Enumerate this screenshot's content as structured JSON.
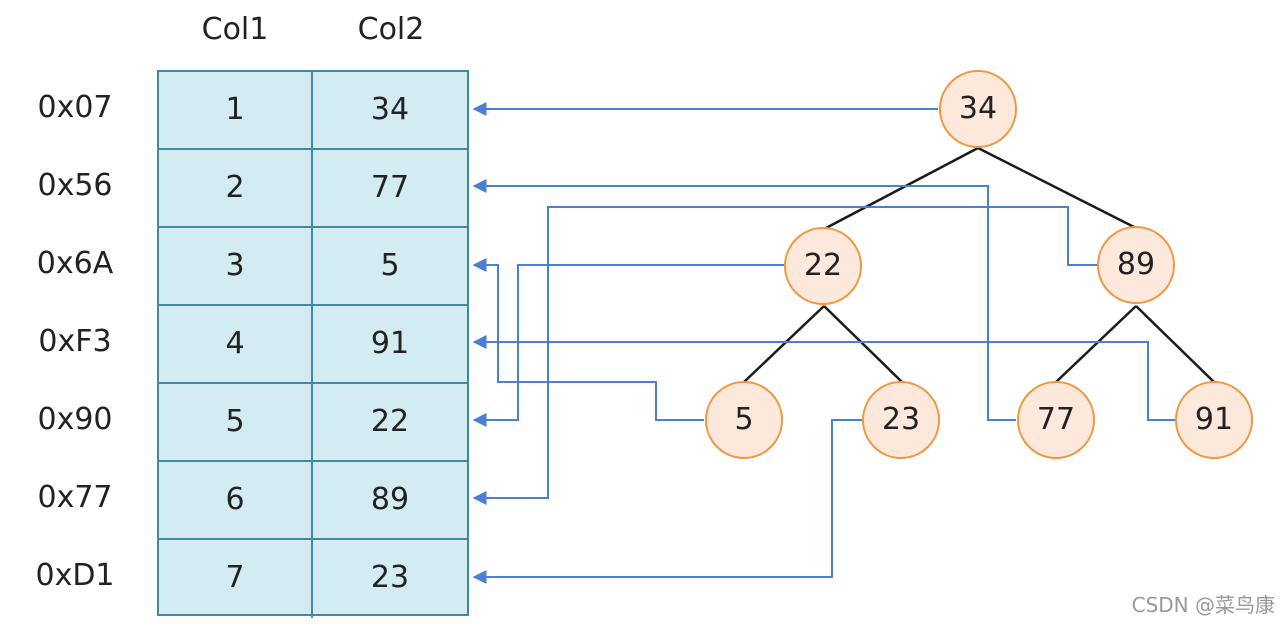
{
  "table": {
    "columns": [
      "Col1",
      "Col2"
    ],
    "rows": [
      {
        "address": "0x07",
        "col1": "1",
        "col2": "34"
      },
      {
        "address": "0x56",
        "col1": "2",
        "col2": "77"
      },
      {
        "address": "0x6A",
        "col1": "3",
        "col2": "5"
      },
      {
        "address": "0xF3",
        "col1": "4",
        "col2": "91"
      },
      {
        "address": "0x90",
        "col1": "5",
        "col2": "22"
      },
      {
        "address": "0x77",
        "col1": "6",
        "col2": "89"
      },
      {
        "address": "0xD1",
        "col1": "7",
        "col2": "23"
      }
    ]
  },
  "tree": {
    "nodes": [
      {
        "id": "n34",
        "label": "34"
      },
      {
        "id": "n22",
        "label": "22"
      },
      {
        "id": "n89",
        "label": "89"
      },
      {
        "id": "n5",
        "label": "5"
      },
      {
        "id": "n23",
        "label": "23"
      },
      {
        "id": "n77",
        "label": "77"
      },
      {
        "id": "n91",
        "label": "91"
      }
    ],
    "edges": [
      [
        "n34",
        "n22"
      ],
      [
        "n34",
        "n89"
      ],
      [
        "n22",
        "n5"
      ],
      [
        "n22",
        "n23"
      ],
      [
        "n89",
        "n77"
      ],
      [
        "n89",
        "n91"
      ]
    ],
    "pointers": [
      {
        "from": "n34",
        "to_row": 0
      },
      {
        "from": "n77",
        "to_row": 1
      },
      {
        "from": "n5",
        "to_row": 2
      },
      {
        "from": "n91",
        "to_row": 3
      },
      {
        "from": "n22",
        "to_row": 4
      },
      {
        "from": "n89",
        "to_row": 5
      },
      {
        "from": "n23",
        "to_row": 6
      }
    ]
  },
  "colors": {
    "table_fill": "#d3ecf2",
    "table_border": "#3f8aa0",
    "node_fill": "#fde9dc",
    "node_border": "#f0973f",
    "tree_edge": "#1a1a1a",
    "pointer": "#4a7fd6"
  },
  "watermark": "CSDN @菜鸟康"
}
